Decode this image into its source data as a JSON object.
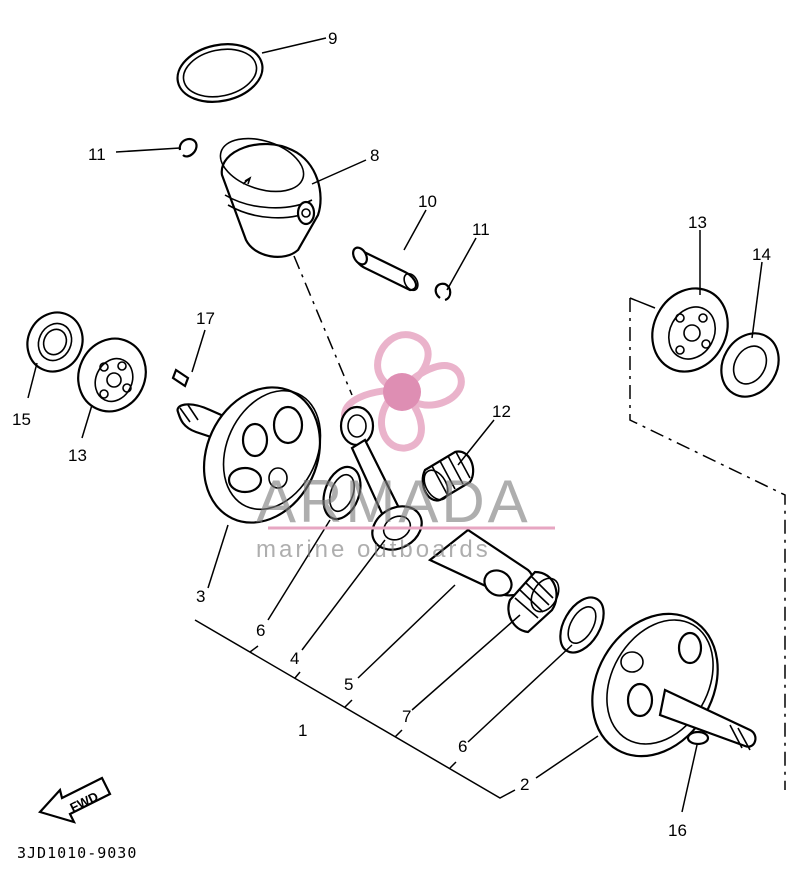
{
  "diagram": {
    "callouts": {
      "c1": "1",
      "c2": "2",
      "c3": "3",
      "c4": "4",
      "c5": "5",
      "c6a": "6",
      "c6b": "6",
      "c7": "7",
      "c8": "8",
      "c9": "9",
      "c10": "10",
      "c11a": "11",
      "c11b": "11",
      "c12": "12",
      "c13a": "13",
      "c13b": "13",
      "c14": "14",
      "c15": "15",
      "c16": "16",
      "c17": "17"
    },
    "part_code": "3JD1010-9030",
    "fwd_label": "FWD"
  },
  "watermark": {
    "brand": "ARMADA",
    "tagline": "marine outboards",
    "colors": {
      "logo_pink": "#e7a6c2",
      "logo_center": "#d97ba6",
      "text_gray": "#7d7d7d"
    }
  }
}
